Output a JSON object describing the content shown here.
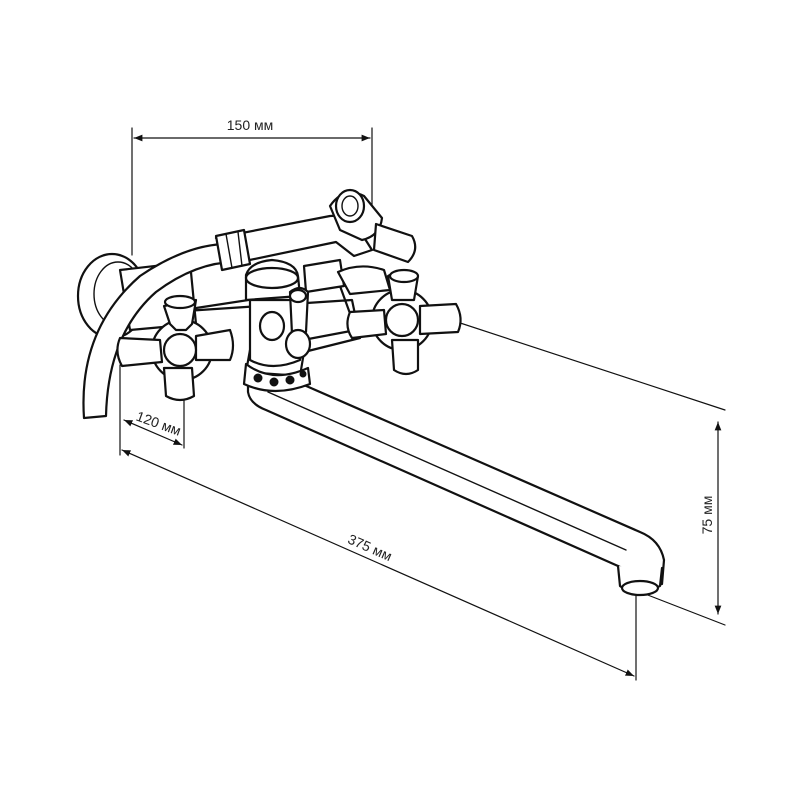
{
  "dimensions": {
    "width_top": "150 мм",
    "spout_height": "75 мм",
    "spout_length": "375 мм",
    "handle_offset": "120 мм"
  }
}
